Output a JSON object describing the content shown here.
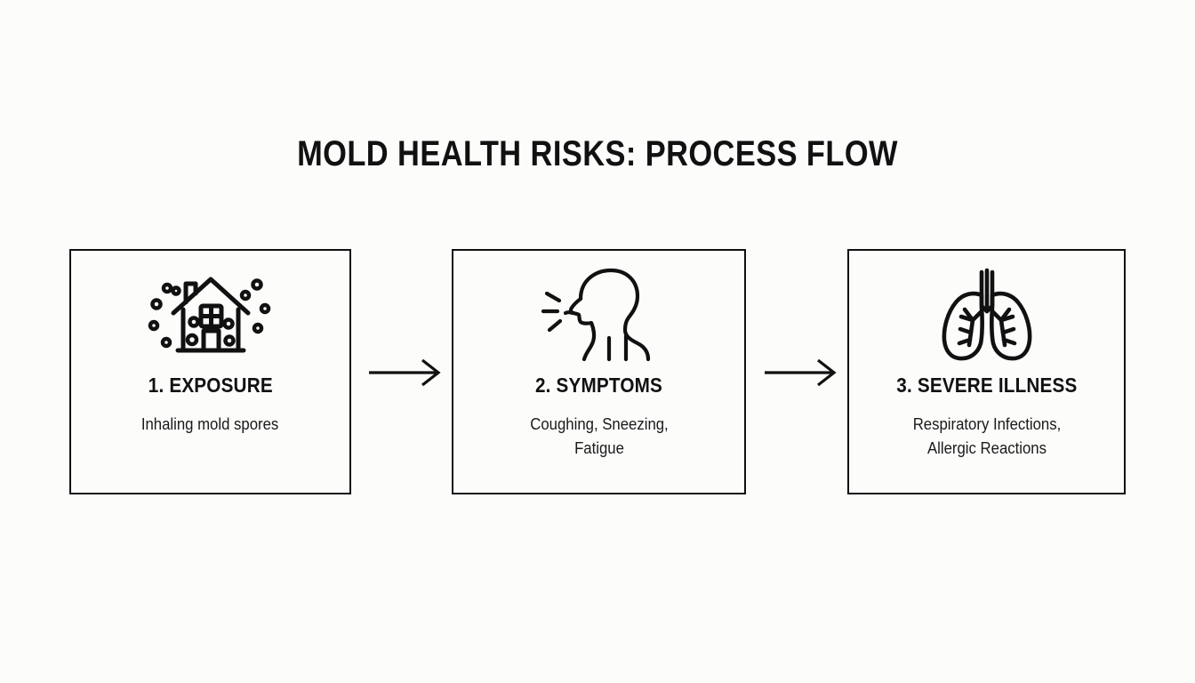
{
  "page": {
    "title": "MOLD HEALTH RISKS: PROCESS FLOW",
    "background_color": "#fcfcfb",
    "line_color": "#111111"
  },
  "flow": {
    "steps": [
      {
        "icon": "house-with-mold-spores-icon",
        "title": "1. EXPOSURE",
        "description": "Inhaling mold spores"
      },
      {
        "icon": "coughing-person-icon",
        "title": "2. SYMPTOMS",
        "description": "Coughing, Sneezing, Fatigue"
      },
      {
        "icon": "lungs-icon",
        "title": "3. SEVERE ILLNESS",
        "description": "Respiratory Infections, Allergic Reactions"
      }
    ],
    "connectors": [
      {
        "icon": "arrow-right-icon"
      },
      {
        "icon": "arrow-right-icon"
      }
    ]
  }
}
